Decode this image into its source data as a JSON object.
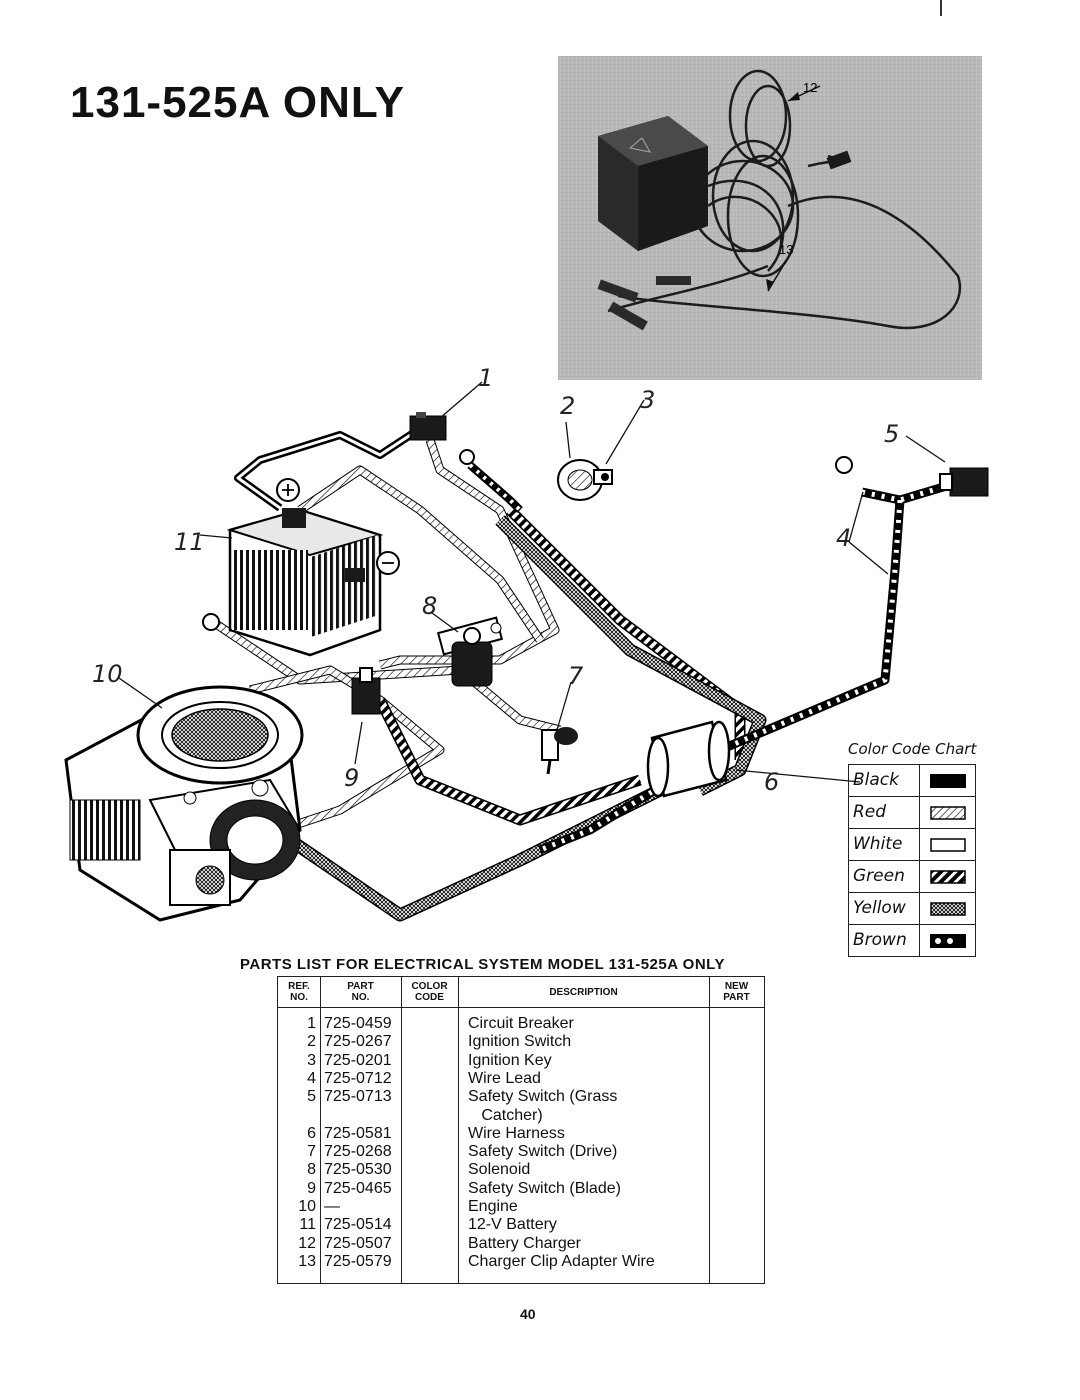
{
  "title": "131-525A ONLY",
  "photo_callouts": [
    "12",
    "13"
  ],
  "callouts": [
    "1",
    "2",
    "3",
    "4",
    "5",
    "6",
    "7",
    "8",
    "9",
    "10",
    "11"
  ],
  "color_code": {
    "title": "Color Code Chart",
    "entries": [
      {
        "name": "Black",
        "pattern": "solid-black"
      },
      {
        "name": "Red",
        "pattern": "diagonal-hatch"
      },
      {
        "name": "White",
        "pattern": "blank"
      },
      {
        "name": "Green",
        "pattern": "heavy-diagonal"
      },
      {
        "name": "Yellow",
        "pattern": "crosshatch"
      },
      {
        "name": "Brown",
        "pattern": "dots"
      }
    ]
  },
  "parts_list": {
    "title": "PARTS LIST FOR ELECTRICAL SYSTEM MODEL 131-525A ONLY",
    "headers": {
      "ref_1": "REF.",
      "ref_2": "NO.",
      "part_1": "PART",
      "part_2": "NO.",
      "color_1": "COLOR",
      "color_2": "CODE",
      "desc": "DESCRIPTION",
      "new_1": "NEW",
      "new_2": "PART"
    },
    "rows": [
      {
        "ref": "1",
        "part": "725-0459",
        "desc": "Circuit Breaker"
      },
      {
        "ref": "2",
        "part": "725-0267",
        "desc": "Ignition Switch"
      },
      {
        "ref": "3",
        "part": "725-0201",
        "desc": "Ignition Key"
      },
      {
        "ref": "4",
        "part": "725-0712",
        "desc": "Wire Lead"
      },
      {
        "ref": "5",
        "part": "725-0713",
        "desc": "Safety Switch (Grass"
      },
      {
        "ref": "",
        "part": "",
        "desc": "   Catcher)"
      },
      {
        "ref": "6",
        "part": "725-0581",
        "desc": "Wire Harness"
      },
      {
        "ref": "7",
        "part": "725-0268",
        "desc": "Safety Switch (Drive)"
      },
      {
        "ref": "8",
        "part": "725-0530",
        "desc": "Solenoid"
      },
      {
        "ref": "9",
        "part": "725-0465",
        "desc": "Safety Switch (Blade)"
      },
      {
        "ref": "10",
        "part": "—",
        "desc": "Engine"
      },
      {
        "ref": "11",
        "part": "725-0514",
        "desc": "12-V Battery"
      },
      {
        "ref": "12",
        "part": "725-0507",
        "desc": "Battery Charger"
      },
      {
        "ref": "13",
        "part": "725-0579",
        "desc": "Charger Clip Adapter Wire"
      }
    ]
  },
  "page_number": "40"
}
